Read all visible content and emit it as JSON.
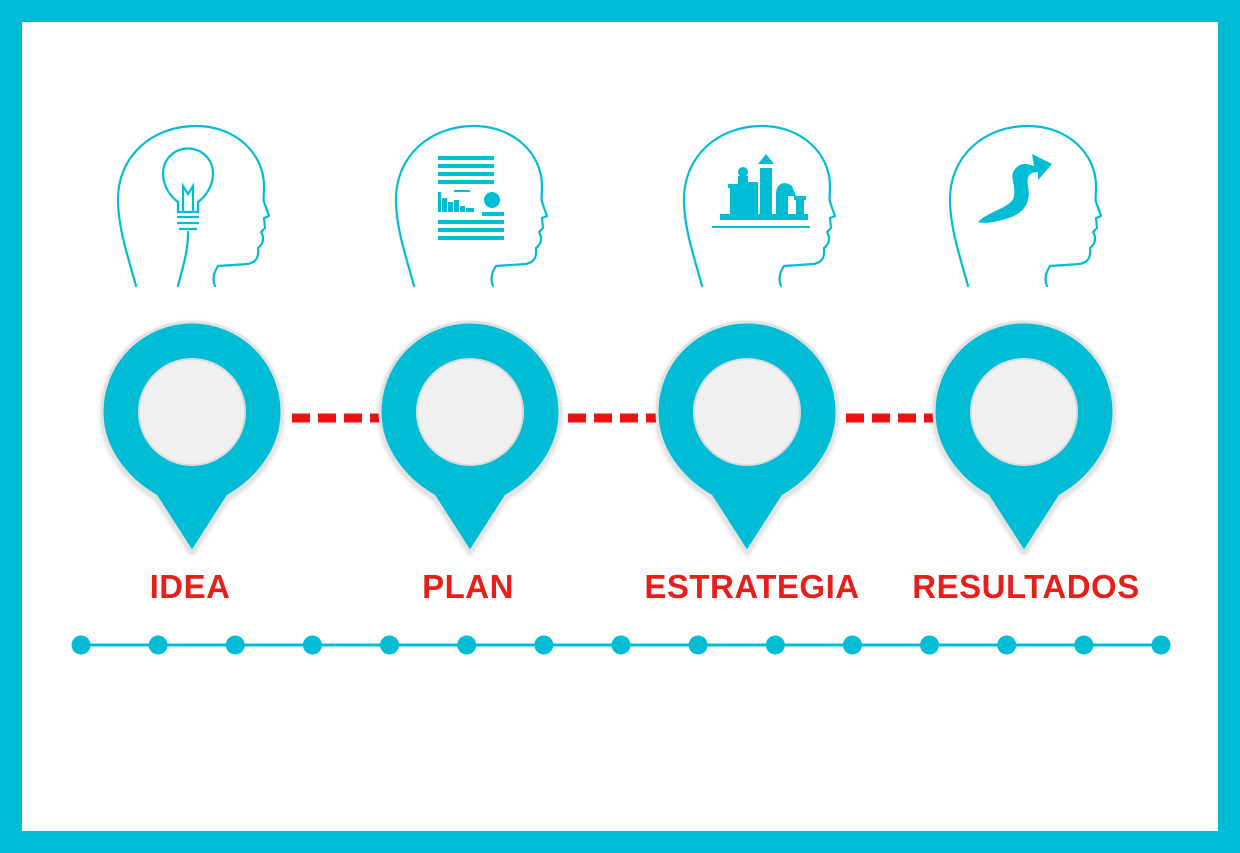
{
  "colors": {
    "accent": "#00BCD4",
    "label": "#E5201B",
    "connector": "#EE1111",
    "inner": "#F0F0F0"
  },
  "steps": [
    {
      "label": "IDEA",
      "icon": "lightbulb-head-icon"
    },
    {
      "label": "PLAN",
      "icon": "document-head-icon"
    },
    {
      "label": "ESTRATEGIA",
      "icon": "chess-head-icon"
    },
    {
      "label": "RESULTADOS",
      "icon": "arrow-head-icon"
    }
  ],
  "timeline": {
    "dot_count": 15
  }
}
